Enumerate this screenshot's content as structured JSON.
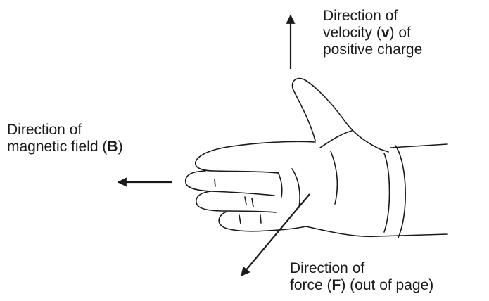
{
  "velocity_label": {
    "line1": "Direction of",
    "line2_before": "velocity (",
    "line2_symbol": "v",
    "line2_after": ") of",
    "line3": "positive charge"
  },
  "field_label": {
    "line1": "Direction of",
    "line2_before": "magnetic field (",
    "line2_symbol": "B",
    "line2_after": ")"
  },
  "force_label": {
    "line1": "Direction of",
    "line2_before": "force (",
    "line2_symbol": "F",
    "line2_after": ") (out of page)"
  },
  "colors": {
    "ink": "#1a1a1a",
    "background": "#ffffff"
  }
}
